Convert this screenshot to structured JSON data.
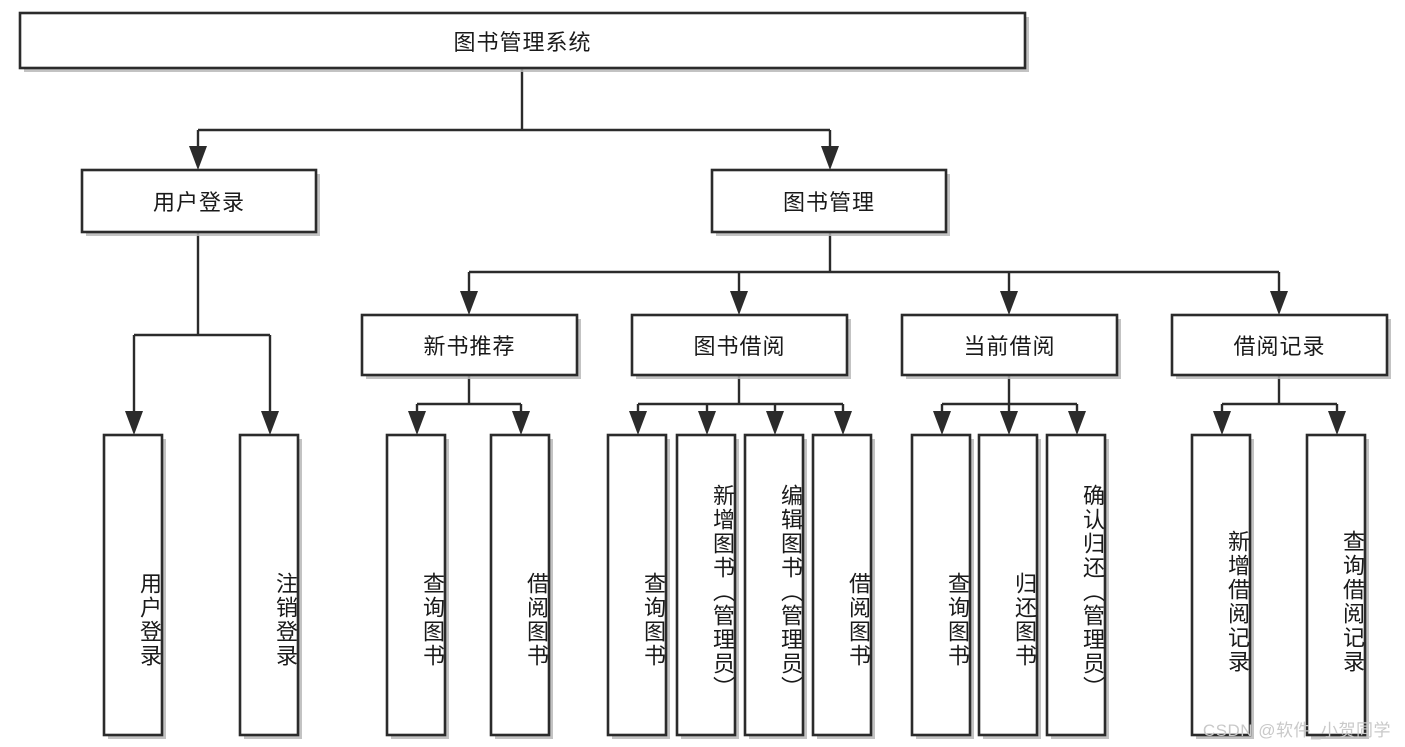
{
  "diagram": {
    "type": "hierarchy-tree",
    "title_node": "图书管理系统",
    "orientation": "top-down",
    "watermark": "CSDN @软件_小贺同学",
    "levels": [
      {
        "level": 1,
        "nodes": [
          {
            "id": "root",
            "label": "图书管理系统",
            "text_direction": "horizontal"
          }
        ]
      },
      {
        "level": 2,
        "nodes": [
          {
            "id": "user-login",
            "label": "用户登录",
            "text_direction": "horizontal",
            "parent": "root"
          },
          {
            "id": "book-manage",
            "label": "图书管理",
            "text_direction": "horizontal",
            "parent": "root"
          }
        ]
      },
      {
        "level": 3,
        "nodes": [
          {
            "id": "new-book-rec",
            "label": "新书推荐",
            "text_direction": "horizontal",
            "parent": "book-manage"
          },
          {
            "id": "book-borrow",
            "label": "图书借阅",
            "text_direction": "horizontal",
            "parent": "book-manage"
          },
          {
            "id": "current-borrow",
            "label": "当前借阅",
            "text_direction": "horizontal",
            "parent": "book-manage"
          },
          {
            "id": "borrow-record",
            "label": "借阅记录",
            "text_direction": "horizontal",
            "parent": "book-manage"
          }
        ]
      },
      {
        "level": 4,
        "nodes": [
          {
            "id": "leaf-user-login",
            "label": "用户登录",
            "text_direction": "vertical",
            "parent": "user-login"
          },
          {
            "id": "leaf-logout",
            "label": "注销登录",
            "text_direction": "vertical",
            "parent": "user-login"
          },
          {
            "id": "leaf-query-book-1",
            "label": "查询图书",
            "text_direction": "vertical",
            "parent": "new-book-rec"
          },
          {
            "id": "leaf-borrow-book-1",
            "label": "借阅图书",
            "text_direction": "vertical",
            "parent": "new-book-rec"
          },
          {
            "id": "leaf-query-book-2",
            "label": "查询图书",
            "text_direction": "vertical",
            "parent": "book-borrow"
          },
          {
            "id": "leaf-add-book",
            "label": "新增图书（管理员）",
            "text_direction": "vertical",
            "parent": "book-borrow"
          },
          {
            "id": "leaf-edit-book",
            "label": "编辑图书（管理员）",
            "text_direction": "vertical",
            "parent": "book-borrow"
          },
          {
            "id": "leaf-borrow-book-2",
            "label": "借阅图书",
            "text_direction": "vertical",
            "parent": "book-borrow"
          },
          {
            "id": "leaf-query-book-3",
            "label": "查询图书",
            "text_direction": "vertical",
            "parent": "current-borrow"
          },
          {
            "id": "leaf-return-book",
            "label": "归还图书",
            "text_direction": "vertical",
            "parent": "current-borrow"
          },
          {
            "id": "leaf-confirm-return",
            "label": "确认归还（管理员）",
            "text_direction": "vertical",
            "parent": "current-borrow"
          },
          {
            "id": "leaf-add-record",
            "label": "新增借阅记录",
            "text_direction": "vertical",
            "parent": "borrow-record"
          },
          {
            "id": "leaf-query-record",
            "label": "查询借阅记录",
            "text_direction": "vertical",
            "parent": "borrow-record"
          }
        ]
      }
    ],
    "colors": {
      "background": "#ffffff",
      "box_fill": "#ffffff",
      "box_stroke": "#2b2b2b",
      "connector": "#2b2b2b",
      "text": "#1a1a1a",
      "watermark": "#c9c9c9"
    }
  }
}
